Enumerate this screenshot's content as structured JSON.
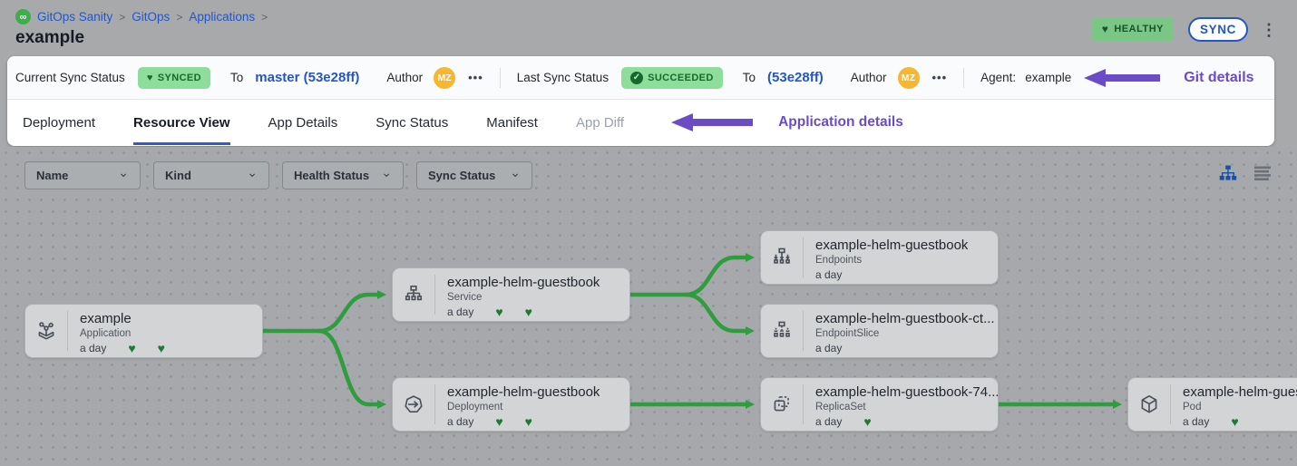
{
  "icons": {
    "heart": "♥",
    "check": "✓",
    "chevron_down": "⌄",
    "more_options": "•••",
    "kebab_menu": "⋮",
    "logo": "∞"
  },
  "colors": {
    "accent_blue": "#2456c8",
    "tab_underline_blue": "#2d5bd7",
    "badge_green_bg": "#8edd9a",
    "badge_green_text": "#15692d",
    "healthy_badge_bg": "#7ac684",
    "annotation_purple": "#6a4cc7",
    "edge_green": "#2f9c3f",
    "avatar_yellow": "#f5b731",
    "heart_green": "#1d7a34"
  },
  "breadcrumb": {
    "items": [
      "GitOps Sanity",
      "GitOps",
      "Applications"
    ],
    "separator": ">"
  },
  "header": {
    "title": "example",
    "health_badge": "HEALTHY",
    "sync_button": "SYNC"
  },
  "sync_bar": {
    "current": {
      "label": "Current Sync Status",
      "badge": "SYNCED",
      "to_label": "To",
      "target": "master (53e28ff)",
      "author_label": "Author",
      "avatar": "MZ"
    },
    "last": {
      "label": "Last Sync Status",
      "badge": "SUCCEEDED",
      "to_label": "To",
      "target": "(53e28ff)",
      "author_label": "Author",
      "avatar": "MZ"
    },
    "agent": {
      "label": "Agent:",
      "value": "example"
    },
    "annotation": "Git details"
  },
  "tabs": {
    "items": [
      {
        "label": "Deployment",
        "state": "normal"
      },
      {
        "label": "Resource View",
        "state": "active"
      },
      {
        "label": "App Details",
        "state": "normal"
      },
      {
        "label": "Sync Status",
        "state": "normal"
      },
      {
        "label": "Manifest",
        "state": "normal"
      },
      {
        "label": "App Diff",
        "state": "disabled"
      }
    ],
    "annotation": "Application details"
  },
  "filters": {
    "items": [
      "Name",
      "Kind",
      "Health Status",
      "Sync Status"
    ]
  },
  "canvas": {
    "nodes": [
      {
        "title": "example",
        "kind": "Application",
        "age": "a day",
        "health_hearts": 2
      },
      {
        "title": "example-helm-guestbook",
        "kind": "Service",
        "age": "a day",
        "health_hearts": 2
      },
      {
        "title": "example-helm-guestbook",
        "kind": "Endpoints",
        "age": "a day",
        "health_hearts": 0
      },
      {
        "title": "example-helm-guestbook-ct...",
        "kind": "EndpointSlice",
        "age": "a day",
        "health_hearts": 0
      },
      {
        "title": "example-helm-guestbook",
        "kind": "Deployment",
        "age": "a day",
        "health_hearts": 2
      },
      {
        "title": "example-helm-guestbook-74...",
        "kind": "ReplicaSet",
        "age": "a day",
        "health_hearts": 1
      },
      {
        "title": "example-helm-guest",
        "kind": "Pod",
        "age": "a day",
        "health_hearts": 1
      }
    ]
  }
}
